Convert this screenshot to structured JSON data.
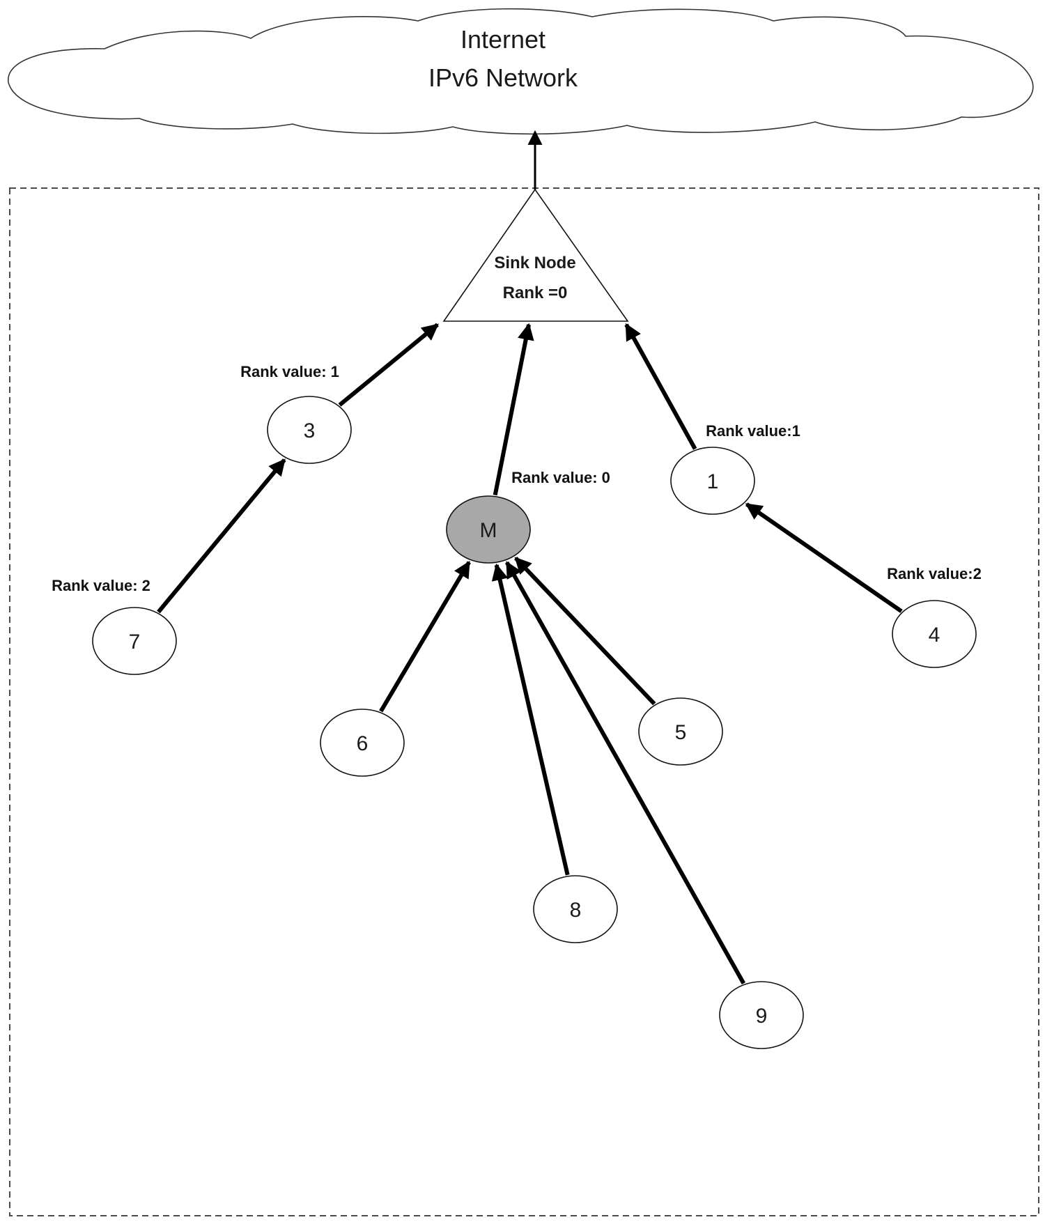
{
  "cloud": {
    "line1": "Internet",
    "line2": "IPv6 Network"
  },
  "sink": {
    "line1": "Sink Node",
    "line2": "Rank =0"
  },
  "nodes": [
    {
      "id": "3",
      "label": "3",
      "fill": "#ffffff"
    },
    {
      "id": "1",
      "label": "1",
      "fill": "#ffffff"
    },
    {
      "id": "m",
      "label": "M",
      "fill": "#a8a8a8"
    },
    {
      "id": "7",
      "label": "7",
      "fill": "#ffffff"
    },
    {
      "id": "4",
      "label": "4",
      "fill": "#ffffff"
    },
    {
      "id": "6",
      "label": "6",
      "fill": "#ffffff"
    },
    {
      "id": "5",
      "label": "5",
      "fill": "#ffffff"
    },
    {
      "id": "8",
      "label": "8",
      "fill": "#ffffff"
    },
    {
      "id": "9",
      "label": "9",
      "fill": "#ffffff"
    }
  ],
  "rank_labels": [
    {
      "node": "3",
      "text": "Rank value: 1"
    },
    {
      "node": "1",
      "text": "Rank value:1"
    },
    {
      "node": "m",
      "text": "Rank value: 0"
    },
    {
      "node": "7",
      "text": "Rank value: 2"
    },
    {
      "node": "4",
      "text": "Rank value:2"
    }
  ],
  "edges": [
    {
      "from": "3",
      "to": "sink"
    },
    {
      "from": "m",
      "to": "sink"
    },
    {
      "from": "1",
      "to": "sink"
    },
    {
      "from": "7",
      "to": "3"
    },
    {
      "from": "4",
      "to": "1"
    },
    {
      "from": "6",
      "to": "m"
    },
    {
      "from": "8",
      "to": "m"
    },
    {
      "from": "9",
      "to": "m"
    },
    {
      "from": "5",
      "to": "m"
    },
    {
      "from": "sink",
      "to": "cloud"
    }
  ]
}
